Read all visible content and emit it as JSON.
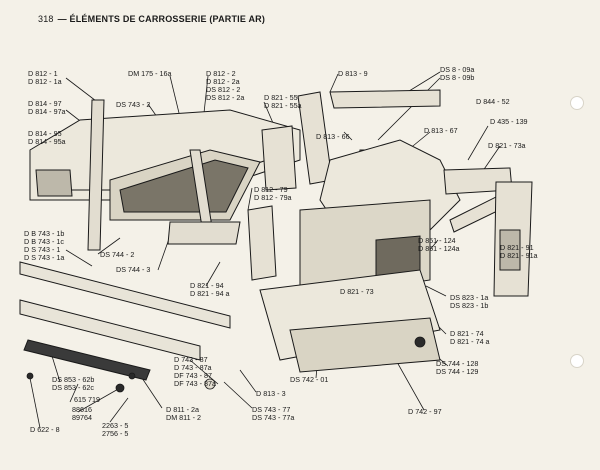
{
  "header": {
    "page_number": "318",
    "title": "— ÉLÉMENTS DE CARROSSERIE (PARTIE AR)"
  },
  "labels": {
    "d812_1": [
      "D 812 - 1",
      "D 812 - 1a"
    ],
    "dm175": [
      "DM 175 - 16a"
    ],
    "d812_2": [
      "D 812 - 2",
      "D 812 - 2a",
      "DS 812 - 2",
      "DS 812 - 2a"
    ],
    "d813_9": [
      "D 813 - 9"
    ],
    "ds8_09": [
      "DS 8 - 09a",
      "DS 8 - 09b"
    ],
    "d814_97": [
      "D 814 - 97",
      "D 814 - 97a"
    ],
    "ds743_2": [
      "DS 743 - 2"
    ],
    "d821_55": [
      "D 821 - 55",
      "D 821 - 55a"
    ],
    "d844_52": [
      "D 844 - 52"
    ],
    "d814_95": [
      "D 814 - 95",
      "D 814 - 95a"
    ],
    "d813_66": [
      "D 813 - 66"
    ],
    "d813_67": [
      "D 813 - 67"
    ],
    "d435_139": [
      "D 435 - 139"
    ],
    "d821_73a": [
      "D 821 - 73a"
    ],
    "d812_79": [
      "D 812 - 79",
      "D 812 - 79a"
    ],
    "db743": [
      "D B 743 - 1b",
      "D B 743 - 1c",
      "D S 743 - 1",
      "D S 743 - 1a"
    ],
    "ds744_2": [
      "DS 744 - 2"
    ],
    "d851_124": [
      "D 851 - 124",
      "D 851 - 124a"
    ],
    "d821_91": [
      "D 821 - 91",
      "D 821 - 91a"
    ],
    "ds744_3": [
      "DS 744 - 3"
    ],
    "d821_94": [
      "D 821 - 94",
      "D 821 - 94 a"
    ],
    "d821_73": [
      "D 821 - 73"
    ],
    "ds823": [
      "DS 823 - 1a",
      "DS 823 - 1b"
    ],
    "d821_74": [
      "D 821 - 74",
      "D 821 - 74 a"
    ],
    "d743_87": [
      "D 743 - 87",
      "D 743 - 87a",
      "DF 743 - 87",
      "DF 743 - 87a"
    ],
    "ds744_128": [
      "DS 744 - 128",
      "DS 744 - 129"
    ],
    "ds853": [
      "DS 853 - 62b",
      "DS 853 - 62c"
    ],
    "ds742_01": [
      "DS 742 - 01"
    ],
    "n615719": [
      "615 719"
    ],
    "d813_3": [
      "D 813 - 3"
    ],
    "n88616": [
      "88616",
      "89764"
    ],
    "d811_2a": [
      "D 811 - 2a",
      "DM 811 - 2"
    ],
    "ds743_77": [
      "DS 743 - 77",
      "DS 743 - 77a"
    ],
    "d742_97": [
      "D  742 - 97"
    ],
    "n2263": [
      "2263 - 5",
      "2756 - 5"
    ],
    "d622_8": [
      "D 622 - 8"
    ]
  }
}
